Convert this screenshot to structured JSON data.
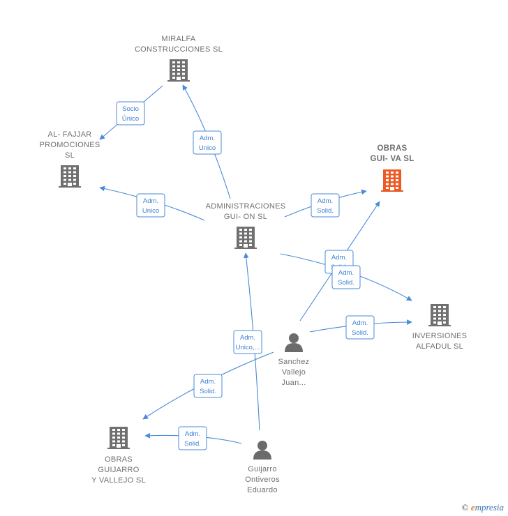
{
  "colors": {
    "edge": "#4a8ad8",
    "company": "#707070",
    "highlight": "#ee5a24",
    "person": "#6b6b6b"
  },
  "nodes": [
    {
      "id": "miralfa",
      "type": "company",
      "lines": [
        "MIRALFA",
        "CONSTRUCCIONES SL"
      ]
    },
    {
      "id": "alfajjar",
      "type": "company",
      "lines": [
        "AL- FAJJAR",
        "PROMOCIONES",
        "SL"
      ]
    },
    {
      "id": "obras_guiva",
      "type": "company",
      "highlight": true,
      "lines": [
        "OBRAS",
        "GUI- VA  SL"
      ]
    },
    {
      "id": "admin",
      "type": "company",
      "lines": [
        "ADMINISTRACIONES",
        "GUI- ON  SL"
      ]
    },
    {
      "id": "inversiones",
      "type": "company",
      "lines": [
        "INVERSIONES",
        "ALFADUL  SL"
      ]
    },
    {
      "id": "sanchez",
      "type": "person",
      "lines": [
        "Sanchez",
        "Vallejo",
        "Juan..."
      ]
    },
    {
      "id": "obras_guijarro",
      "type": "company",
      "lines": [
        "OBRAS",
        "GUIJARRO",
        "Y VALLEJO  SL"
      ]
    },
    {
      "id": "guijarro",
      "type": "person",
      "lines": [
        "Guijarro",
        "Ontiveros",
        "Eduardo"
      ]
    }
  ],
  "edges": [
    {
      "id": "e1",
      "label": [
        "Socio",
        "Único"
      ]
    },
    {
      "id": "e2",
      "label": [
        "Adm.",
        "Unico"
      ]
    },
    {
      "id": "e3",
      "label": [
        "Adm.",
        "Unico"
      ]
    },
    {
      "id": "e4",
      "label": [
        "Adm.",
        "Solid."
      ]
    },
    {
      "id": "e5",
      "label": [
        "Adm.",
        "Solid."
      ]
    },
    {
      "id": "e6",
      "label": [
        "Adm.",
        "Solid."
      ]
    },
    {
      "id": "e7",
      "label": [
        "Adm.",
        "Solid."
      ]
    },
    {
      "id": "e8",
      "label": [
        "Adm.",
        "Unico,..."
      ]
    },
    {
      "id": "e9",
      "label": [
        "Adm.",
        "Solid."
      ]
    },
    {
      "id": "e10",
      "label": [
        "Adm.",
        "Solid."
      ]
    }
  ],
  "footer": {
    "copyright": "©",
    "brand_first": "e",
    "brand_rest": "mpresia"
  }
}
